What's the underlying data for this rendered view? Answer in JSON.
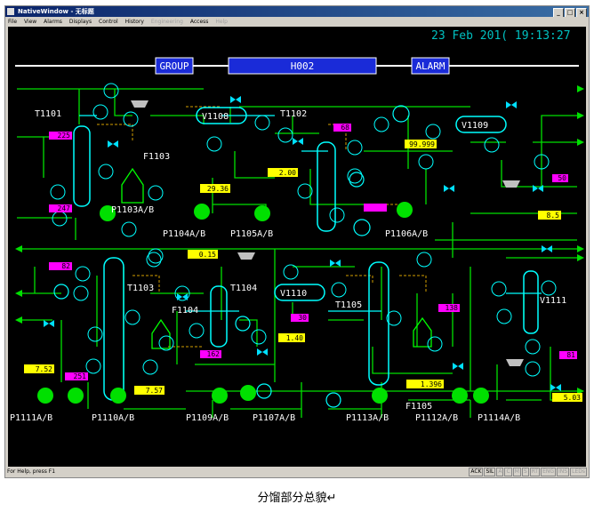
{
  "window": {
    "title": "NativeWindow - 无标题"
  },
  "menu": [
    "File",
    "View",
    "Alarms",
    "Displays",
    "Control",
    "History",
    "Engineering",
    "Access",
    "Help"
  ],
  "menu_disabled": [
    "Engineering",
    "Help"
  ],
  "header": {
    "datetime": "23 Feb 201( 19:13:27",
    "group_button": "GROUP",
    "display_name": "H002",
    "alarm_button": "ALARM"
  },
  "towers": [
    "T1101",
    "T1102",
    "T1103",
    "T1104",
    "T1105"
  ],
  "vessels": [
    "V1108",
    "V1109",
    "V1110",
    "V1111"
  ],
  "furnaces": [
    "F1103",
    "F1104",
    "F1105"
  ],
  "pump_labels": [
    "P1103A/B",
    "P1104A/B",
    "P1105A/B",
    "P1106A/B",
    "P1111A/B",
    "P1110A/B",
    "P1109A/B",
    "P1107A/B",
    "P1113A/B",
    "P1112A/B",
    "P1114A/B"
  ],
  "yellow_values": [
    "29.36",
    "2.00",
    "99.999",
    "8.5",
    "0.15",
    "1.40",
    "7.52",
    "7.57",
    "1.396",
    "5.03"
  ],
  "magenta_values": [
    "225",
    "247",
    "68",
    "50",
    "82",
    "30",
    "162",
    "251",
    "138",
    "81"
  ],
  "statusbar": {
    "help": "For Help, press F1",
    "indicators": [
      "ACK",
      "SIL",
      "A",
      "C",
      "M",
      "S",
      "RT",
      "ENG",
      "INS",
      "LEDs"
    ]
  },
  "caption": "分馏部分总貌↵",
  "colors": {
    "pipe": "#00e000",
    "title_button": "#1a2bd8",
    "pipe_header": "#00ffff",
    "value_box": "#ffff00",
    "alarm_box": "#ff00ff",
    "time": "#00c0c0"
  }
}
